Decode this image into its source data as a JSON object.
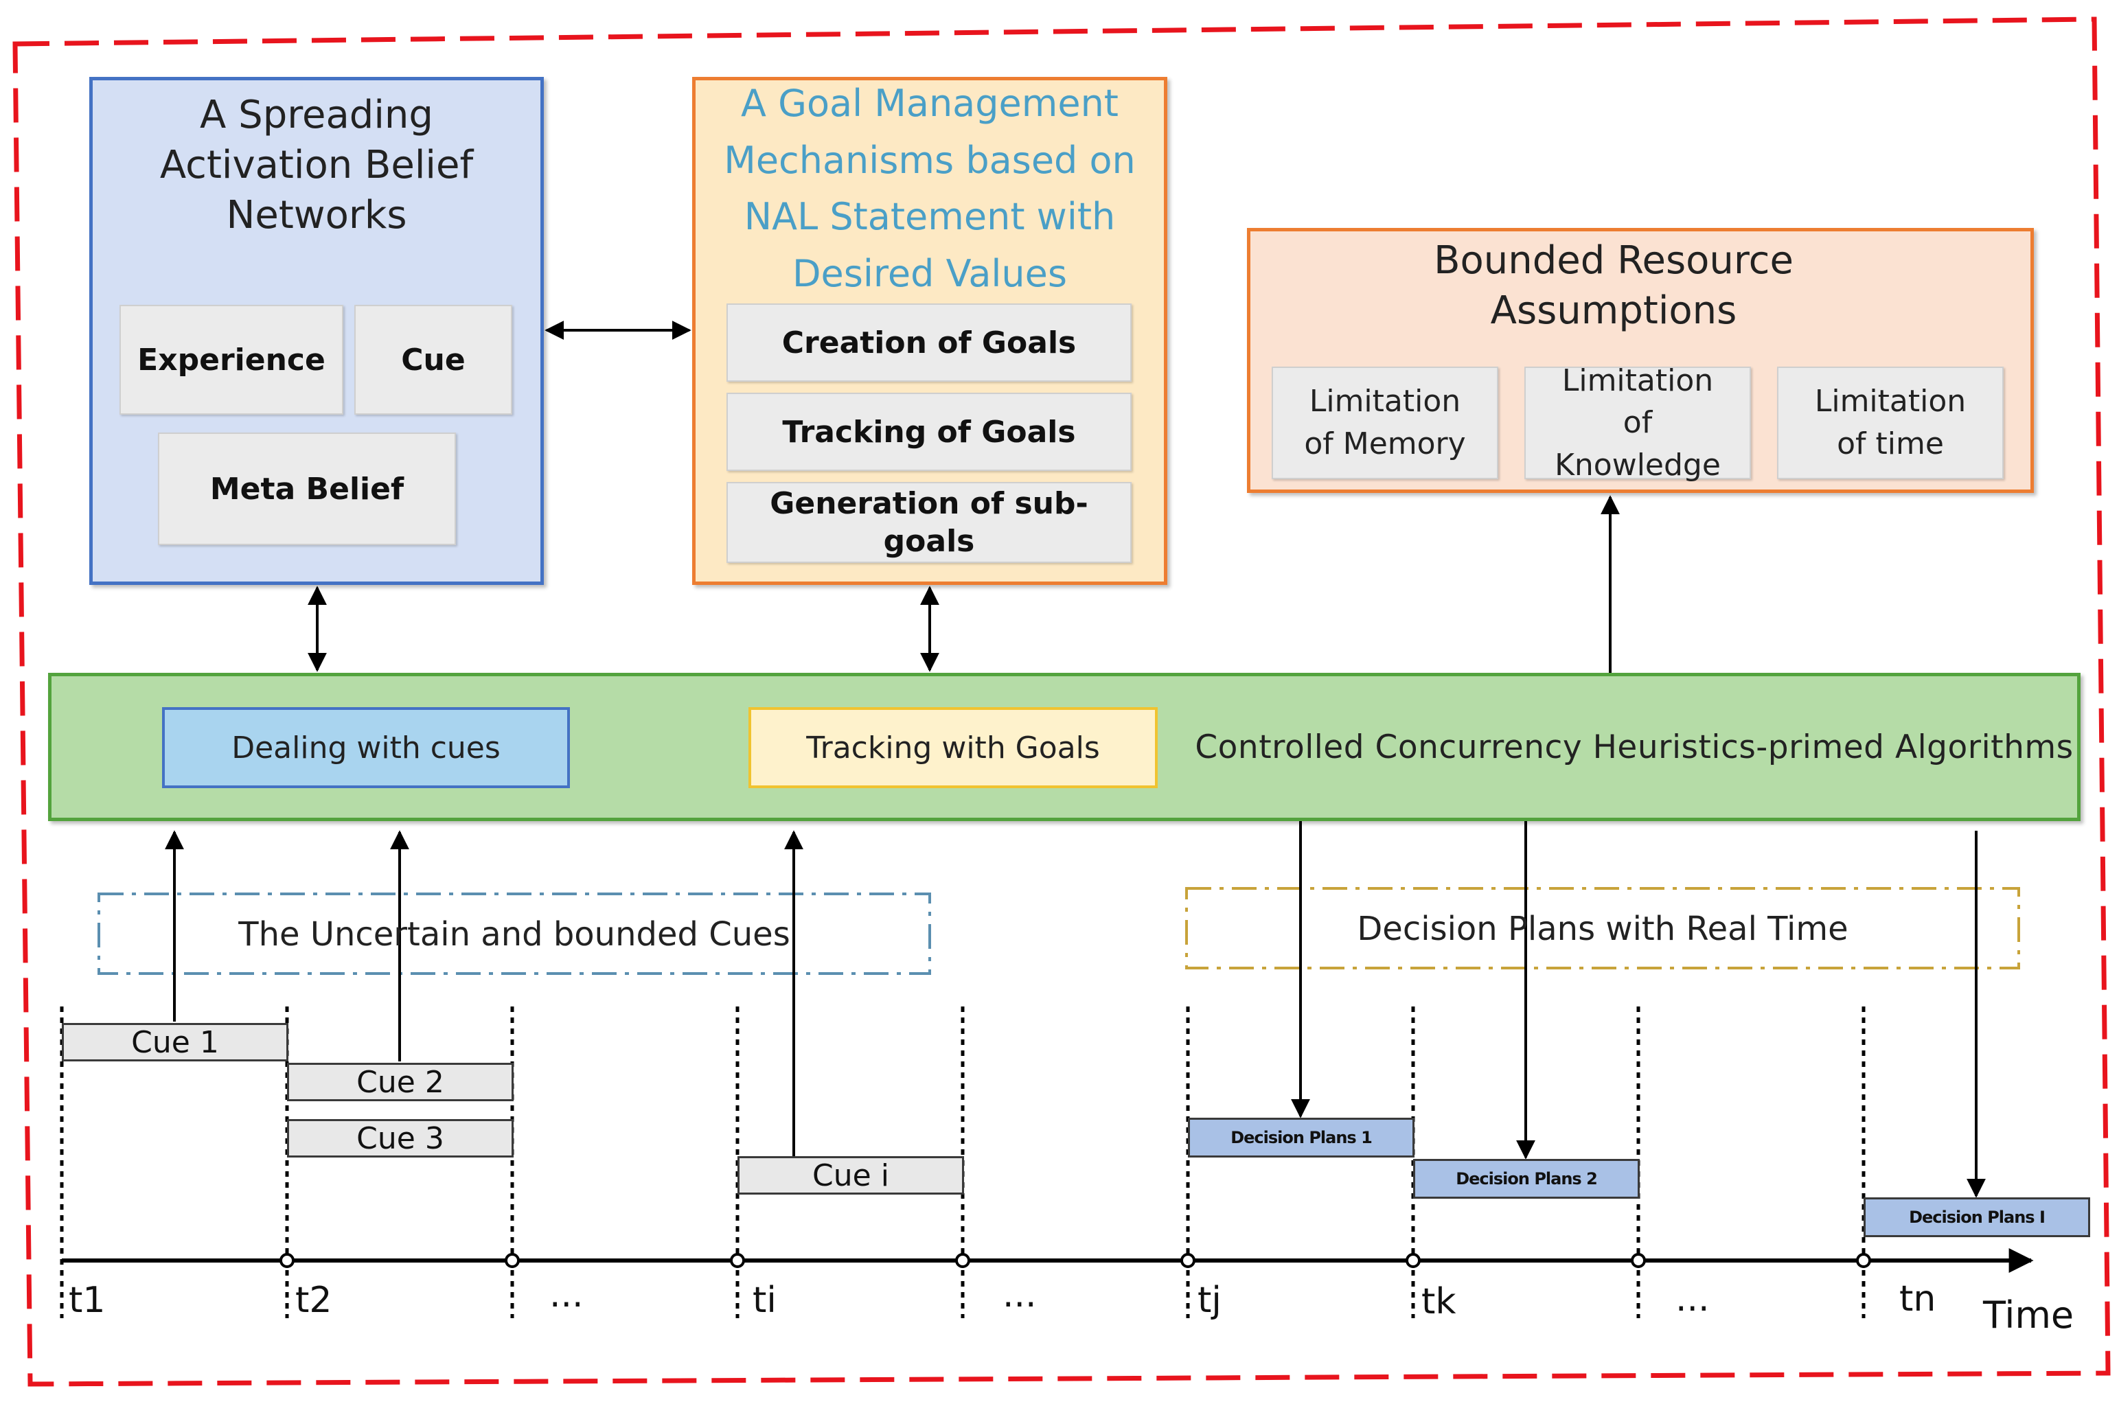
{
  "spreading": {
    "title": "A Spreading Activation Belief Networks",
    "experience": "Experience",
    "cue": "Cue",
    "meta_belief": "Meta Belief"
  },
  "goal_mgmt": {
    "title": "A Goal Management Mechanisms based on NAL Statement with Desired Values",
    "creation": "Creation of Goals",
    "tracking": "Tracking of Goals",
    "generation": "Generation of sub-goals"
  },
  "bounded": {
    "title": "Bounded Resource Assumptions",
    "memory": "Limitation of Memory",
    "knowledge": "Limitation of Knowledge",
    "time": "Limitation of time"
  },
  "controlled": {
    "dealing": "Dealing with cues",
    "tracking": "Tracking with Goals",
    "label": "Controlled Concurrency Heuristics-primed Algorithms"
  },
  "uncertain_label": "The Uncertain and bounded Cues",
  "decision_label": "Decision Plans with Real Time",
  "cues": [
    "Cue 1",
    "Cue 2",
    "Cue 3",
    "Cue i"
  ],
  "plans": [
    "Decision Plans 1",
    "Decision Plans 2",
    "Decision Plans I"
  ],
  "ticks": [
    "t1",
    "t2",
    "...",
    "ti",
    "...",
    "tj",
    "tk",
    "...",
    "tn"
  ],
  "axis_label": "Time",
  "colors": {
    "outer_border": "#e8141d",
    "blue_fill": "#d4dff4",
    "blue_border": "#4472c4",
    "orange_fill": "#fde9c4",
    "orange_border": "#ed7d31",
    "peach_fill": "#fbe2d2",
    "green_fill": "#b5dca7",
    "green_border": "#53a33d",
    "cue_blue": "#a9d4ef",
    "goal_yellow": "#fef2cc",
    "plan_blue": "#a9c1e6",
    "goal_title_text": "#4a9fc7"
  }
}
